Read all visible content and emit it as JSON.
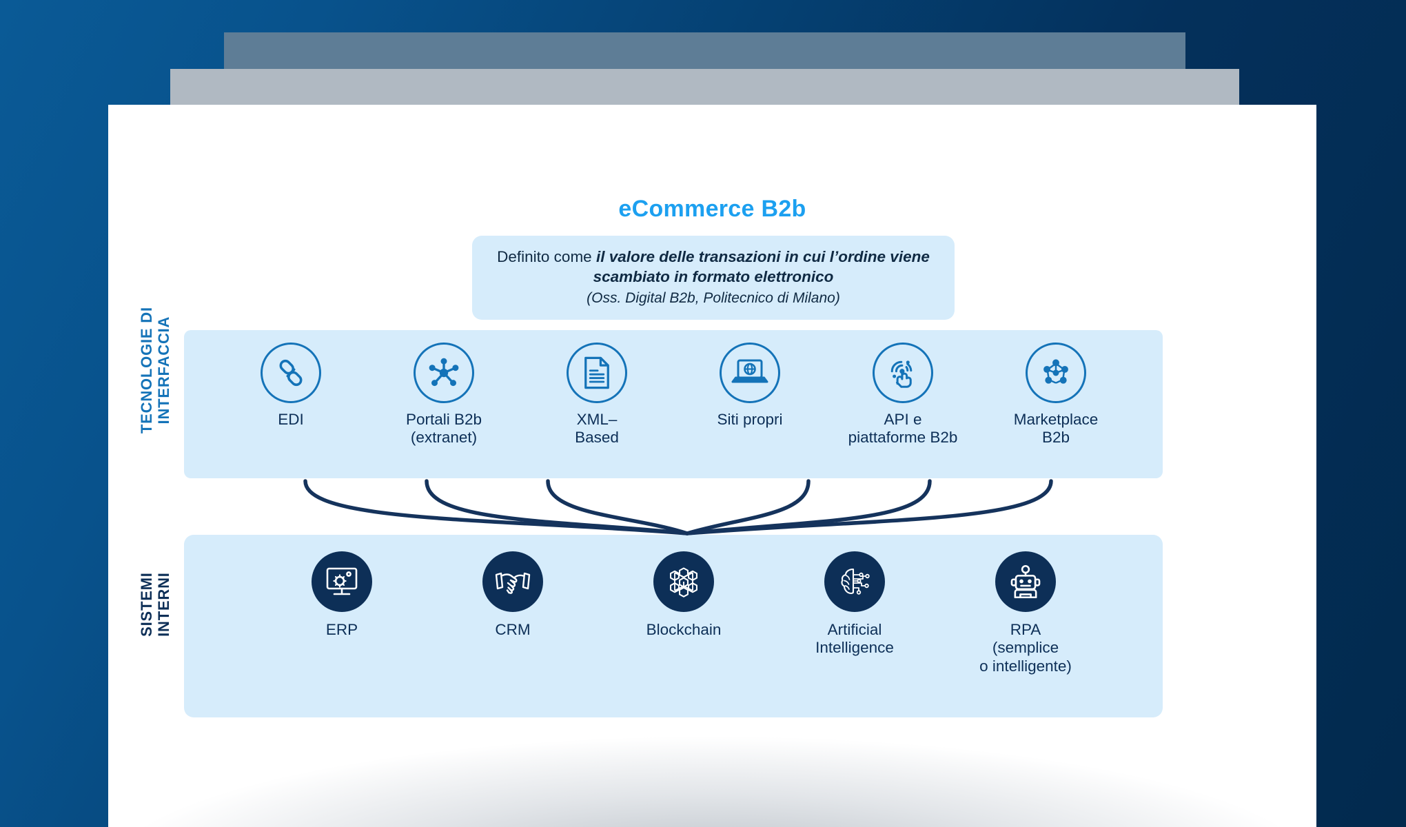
{
  "title": "eCommerce B2b",
  "definition": {
    "lead": "Definito come ",
    "emphasis": "il valore delle transazioni in cui l’ordine viene scambiato in formato elettronico",
    "source": "(Oss. Digital B2b, Politecnico di Milano)"
  },
  "side_labels": {
    "interface": "TECNOLOGIE DI\nINTERFACCIA",
    "internal": "SISTEMI\nINTERNI"
  },
  "interface_row": {
    "items": [
      {
        "label": "EDI",
        "icon": "chain-link-icon"
      },
      {
        "label": "Portali B2b\n(extranet)",
        "icon": "network-hub-icon"
      },
      {
        "label": "XML–\nBased",
        "icon": "document-icon"
      },
      {
        "label": "Siti propri",
        "icon": "laptop-globe-icon"
      },
      {
        "label": "API e\npiattaforme B2b",
        "icon": "touch-circuit-icon"
      },
      {
        "label": "Marketplace\nB2b",
        "icon": "people-network-icon"
      }
    ]
  },
  "internal_row": {
    "items": [
      {
        "label": "ERP",
        "icon": "monitor-gear-icon"
      },
      {
        "label": "CRM",
        "icon": "handshake-icon"
      },
      {
        "label": "Blockchain",
        "icon": "blockchain-cubes-icon"
      },
      {
        "label": "Artificial\nIntelligence",
        "icon": "brain-circuit-icon"
      },
      {
        "label": "RPA\n(semplice\no intelligente)",
        "icon": "robot-icon"
      }
    ]
  },
  "colors": {
    "accent_light_blue": "#1ca0f0",
    "icon_blue": "#1473b8",
    "dark_navy": "#0d2f57",
    "band_fill": "#d6ecfb",
    "background_blue": "#054173",
    "card_slate": "#5e7d96",
    "card_gray": "#b0b9c2"
  }
}
